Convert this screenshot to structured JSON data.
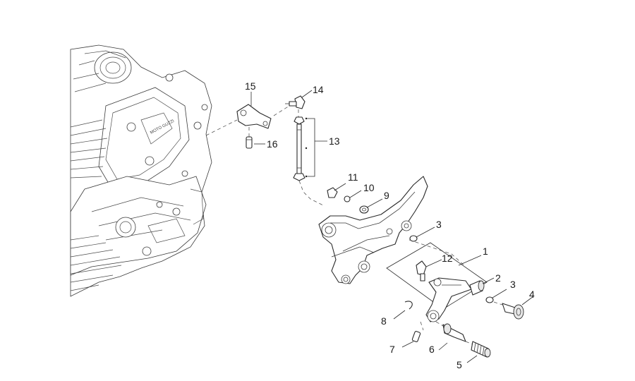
{
  "callouts": {
    "c1": "1",
    "c2": "2",
    "c3a": "3",
    "c3b": "3",
    "c4": "4",
    "c5": "5",
    "c6": "6",
    "c7": "7",
    "c8": "8",
    "c9": "9",
    "c10": "10",
    "c11": "11",
    "c12": "12",
    "c13": "13",
    "c14": "14",
    "c15": "15",
    "c16": "16"
  },
  "engine_logo": "MOTO GUZZI"
}
